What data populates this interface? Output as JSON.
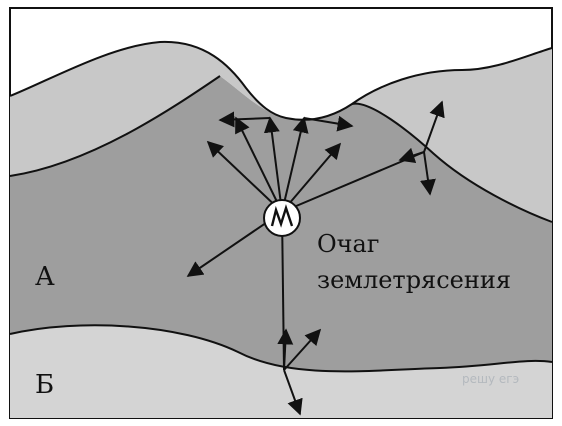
{
  "diagram": {
    "label_a": "А",
    "label_b": "Б",
    "focus_line_1": "Очаг",
    "focus_line_2": "землетрясения",
    "watermark": "решу егэ",
    "colors": {
      "upper_layer": "#c8c8c8",
      "middle_layer_a": "#9e9e9e",
      "lower_layer_b": "#d4d4d4",
      "outline": "#111111",
      "focus_circle_fill": "#ffffff"
    },
    "focus_icon": "seismic-wave-icon"
  }
}
